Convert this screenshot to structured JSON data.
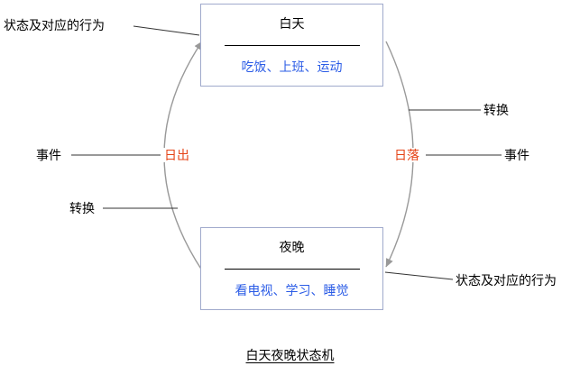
{
  "diagram": {
    "caption": "白天夜晚状态机",
    "states": {
      "day": {
        "name": "白天",
        "behaviors": "吃饭、上班、运动"
      },
      "night": {
        "name": "夜晚",
        "behaviors": "看电视、学习、睡觉"
      }
    },
    "events": {
      "sunrise": "日出",
      "sunset": "日落"
    },
    "annotations": {
      "state_behavior_top": "状态及对应的行为",
      "state_behavior_bottom": "状态及对应的行为",
      "event_left": "事件",
      "event_right": "事件",
      "transition_left": "转换",
      "transition_right": "转换"
    },
    "colors": {
      "behavior_text": "#2b5ce6",
      "event_text": "#e54316",
      "arc_stroke": "#999999",
      "annotation_line": "#333333",
      "box_border": "#a0aacc"
    }
  }
}
